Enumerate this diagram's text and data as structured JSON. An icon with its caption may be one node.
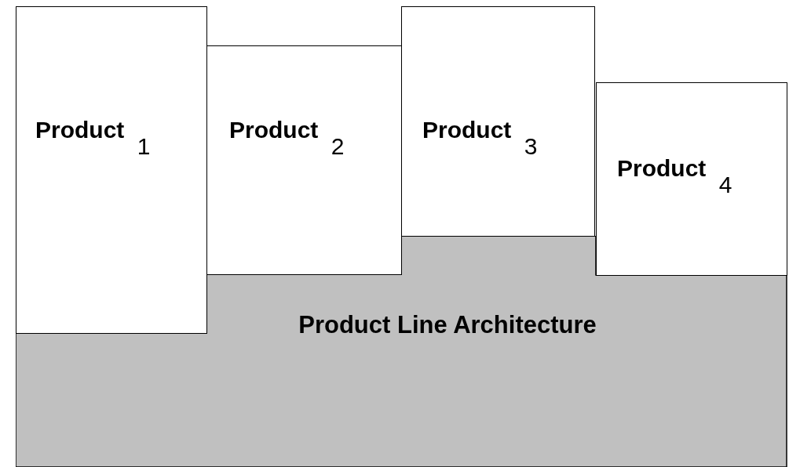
{
  "diagram": {
    "nodes": [
      {
        "text": [
          "**Product** $_{1}$"
        ]
      },
      {
        "text": [
          "**Product** $_{2}$"
        ]
      },
      {
        "text": [
          "**Product** $_{3}$"
        ]
      },
      {
        "text": [
          "**Product** $_{4}$"
        ]
      },
      {
        "text": [
          "Product Line Architecture"
        ]
      }
    ]
  }
}
